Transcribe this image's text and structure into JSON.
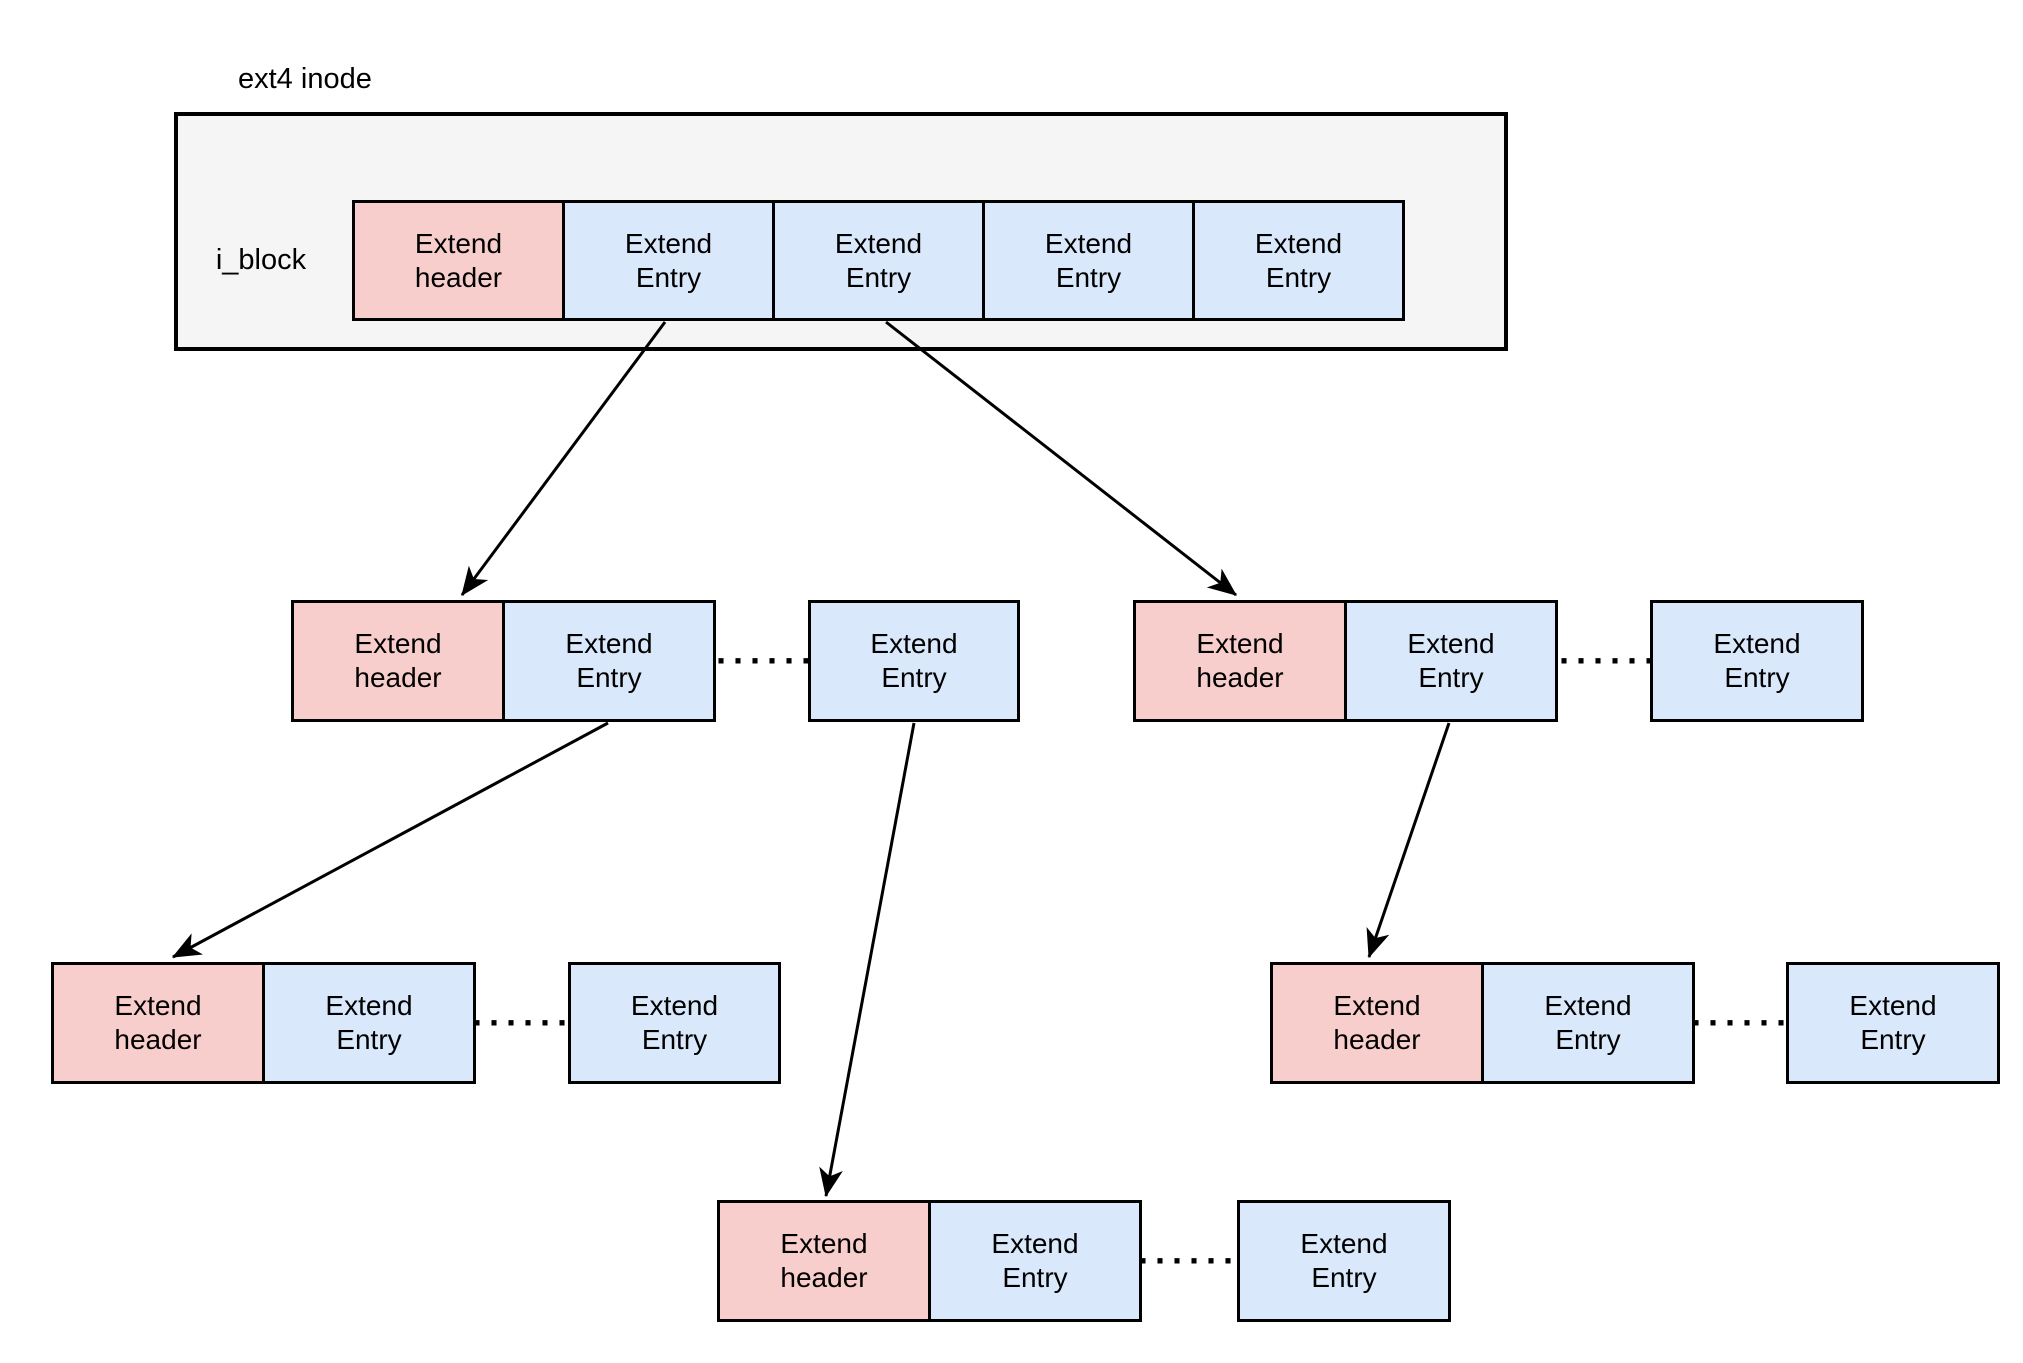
{
  "colors": {
    "header_fill": "#f8cecc",
    "entry_fill": "#dae8fc",
    "inode_fill": "#f5f5f5",
    "border": "#000000",
    "text": "#000000",
    "background": "#ffffff"
  },
  "inode": {
    "title": "ext4 inode",
    "field_label": "i_block",
    "cells": [
      {
        "type": "header",
        "label": "Extend header"
      },
      {
        "type": "entry",
        "label": "Extend Entry"
      },
      {
        "type": "entry",
        "label": "Extend Entry"
      },
      {
        "type": "entry",
        "label": "Extend Entry"
      },
      {
        "type": "entry",
        "label": "Extend Entry"
      }
    ]
  },
  "blocks": [
    {
      "id": "mid-left",
      "header_label": "Extend header",
      "entry_label": "Extend Entry",
      "dots": "······",
      "tail_entry_label": "Extend Entry"
    },
    {
      "id": "mid-right",
      "header_label": "Extend header",
      "entry_label": "Extend Entry",
      "dots": "······",
      "tail_entry_label": "Extend Entry"
    },
    {
      "id": "bottom-left",
      "header_label": "Extend header",
      "entry_label": "Extend Entry",
      "dots": "······",
      "tail_entry_label": "Extend Entry"
    },
    {
      "id": "bottom-right",
      "header_label": "Extend header",
      "entry_label": "Extend Entry",
      "dots": "······",
      "tail_entry_label": "Extend Entry"
    },
    {
      "id": "bottom-center",
      "header_label": "Extend header",
      "entry_label": "Extend Entry",
      "dots": "······",
      "tail_entry_label": "Extend Entry"
    }
  ],
  "arrows": [
    {
      "from": "inode-entry-1",
      "to": "mid-left-header"
    },
    {
      "from": "inode-entry-2",
      "to": "mid-right-header"
    },
    {
      "from": "mid-left-entry",
      "to": "bottom-left-header"
    },
    {
      "from": "mid-left-tail-entry",
      "to": "bottom-center-header"
    },
    {
      "from": "mid-right-entry",
      "to": "bottom-right-header"
    }
  ]
}
